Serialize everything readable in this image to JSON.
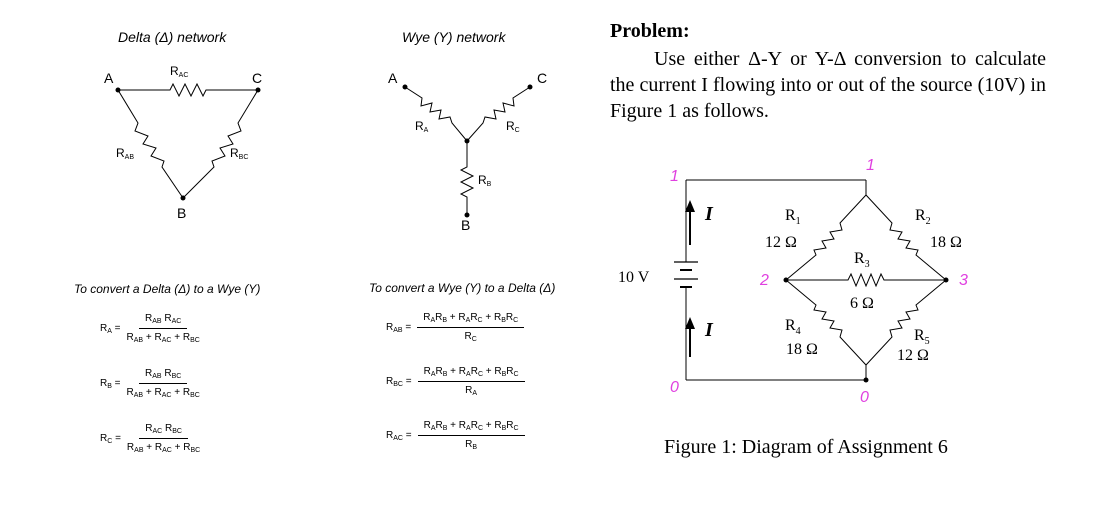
{
  "delta": {
    "title": "Delta (Δ) network",
    "nodes": {
      "a": "A",
      "b": "B",
      "c": "C"
    },
    "resistors": {
      "ac": "AC",
      "ab": "AB",
      "bc": "BC"
    }
  },
  "wye": {
    "title": "Wye (Y) network",
    "nodes": {
      "a": "A",
      "b": "B",
      "c": "C"
    },
    "resistors": {
      "a": "A",
      "b": "B",
      "c": "C"
    }
  },
  "delta_to_wye": {
    "title": "To convert a Delta (Δ) to a Wye (Y)",
    "formulas": [
      {
        "lhs": "A",
        "num_a": "AB",
        "num_b": "AC",
        "den_a": "AB",
        "den_b": "AC",
        "den_c": "BC"
      },
      {
        "lhs": "B",
        "num_a": "AB",
        "num_b": "BC",
        "den_a": "AB",
        "den_b": "AC",
        "den_c": "BC"
      },
      {
        "lhs": "C",
        "num_a": "AC",
        "num_b": "BC",
        "den_a": "AB",
        "den_b": "AC",
        "den_c": "BC"
      }
    ]
  },
  "wye_to_delta": {
    "title": "To convert a Wye (Y) to a Delta (Δ)",
    "formulas": [
      {
        "lhs": "AB",
        "den": "C"
      },
      {
        "lhs": "BC",
        "den": "A"
      },
      {
        "lhs": "AC",
        "den": "B"
      }
    ]
  },
  "problem": {
    "heading": "Problem:",
    "body": "Use either Δ-Y or Y-Δ conversion to calculate the current I flowing into or out of the source (10V) in Figure 1 as follows."
  },
  "figure": {
    "source_label": "10 V",
    "current_label": "I",
    "node_labels": {
      "top_left": "1",
      "top_right": "1",
      "left": "2",
      "right": "3",
      "bottom_left": "0",
      "bottom_right": "0"
    },
    "r1": {
      "name": "1",
      "value": "12 Ω"
    },
    "r2": {
      "name": "2",
      "value": "18 Ω"
    },
    "r3": {
      "name": "3",
      "value": "6 Ω"
    },
    "r4": {
      "name": "4",
      "value": "18 Ω"
    },
    "r5": {
      "name": "5",
      "value": "12 Ω"
    },
    "caption": "Figure 1: Diagram of Assignment 6",
    "node_label_color": "#e040e0"
  }
}
